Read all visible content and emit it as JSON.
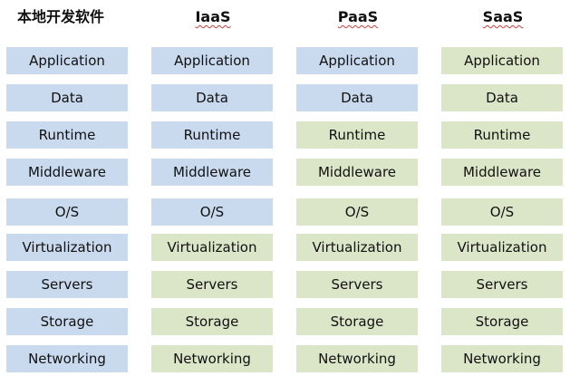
{
  "colors": {
    "managed_by_you": "#c9d9ee",
    "managed_by_vendor": "#dbe6c8"
  },
  "columns": [
    {
      "header": "本地开发软件",
      "cells": [
        {
          "label": "Application",
          "owner": "you"
        },
        {
          "label": "Data",
          "owner": "you"
        },
        {
          "label": "Runtime",
          "owner": "you"
        },
        {
          "label": "Middleware",
          "owner": "you"
        },
        {
          "label": "O/S",
          "owner": "you"
        },
        {
          "label": "Virtualization",
          "owner": "you"
        },
        {
          "label": "Servers",
          "owner": "you"
        },
        {
          "label": "Storage",
          "owner": "you"
        },
        {
          "label": "Networking",
          "owner": "you"
        }
      ]
    },
    {
      "header": "IaaS",
      "cells": [
        {
          "label": "Application",
          "owner": "you"
        },
        {
          "label": "Data",
          "owner": "you"
        },
        {
          "label": "Runtime",
          "owner": "you"
        },
        {
          "label": "Middleware",
          "owner": "you"
        },
        {
          "label": "O/S",
          "owner": "you"
        },
        {
          "label": "Virtualization",
          "owner": "vendor"
        },
        {
          "label": "Servers",
          "owner": "vendor"
        },
        {
          "label": "Storage",
          "owner": "vendor"
        },
        {
          "label": "Networking",
          "owner": "vendor"
        }
      ]
    },
    {
      "header": "PaaS",
      "cells": [
        {
          "label": "Application",
          "owner": "you"
        },
        {
          "label": "Data",
          "owner": "you"
        },
        {
          "label": "Runtime",
          "owner": "vendor"
        },
        {
          "label": "Middleware",
          "owner": "vendor"
        },
        {
          "label": "O/S",
          "owner": "vendor"
        },
        {
          "label": "Virtualization",
          "owner": "vendor"
        },
        {
          "label": "Servers",
          "owner": "vendor"
        },
        {
          "label": "Storage",
          "owner": "vendor"
        },
        {
          "label": "Networking",
          "owner": "vendor"
        }
      ]
    },
    {
      "header": "SaaS",
      "cells": [
        {
          "label": "Application",
          "owner": "vendor"
        },
        {
          "label": "Data",
          "owner": "vendor"
        },
        {
          "label": "Runtime",
          "owner": "vendor"
        },
        {
          "label": "Middleware",
          "owner": "vendor"
        },
        {
          "label": "O/S",
          "owner": "vendor"
        },
        {
          "label": "Virtualization",
          "owner": "vendor"
        },
        {
          "label": "Servers",
          "owner": "vendor"
        },
        {
          "label": "Storage",
          "owner": "vendor"
        },
        {
          "label": "Networking",
          "owner": "vendor"
        }
      ]
    }
  ]
}
